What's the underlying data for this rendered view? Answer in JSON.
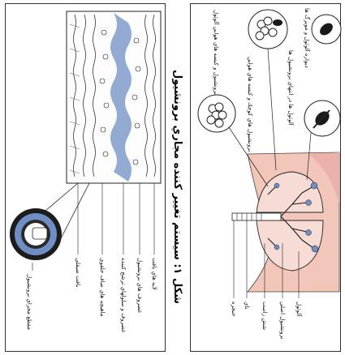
{
  "figure": {
    "title": "شكل ۱: سيستم تغيير كننده مجاري برونشيول",
    "colors": {
      "skin": "#f2c6b8",
      "lung": "#eab2a8",
      "tissue_blue": "#6f8fc4",
      "ink": "#1a1a1a",
      "border": "#333333"
    }
  },
  "left_panel": {
    "ring_label": "مقطع مجراي برونشيول",
    "callouts": [
      "بافت صيقلي",
      "ماهيچه هاي صاف حلقوي",
      "غضروف و سلولهاي ترشح كننده",
      "غضروف هاي برونشيول",
      "لايه هاي بافت"
    ]
  },
  "right_panel": {
    "callouts": [
      "حنجره",
      "ناي",
      "شش راست",
      "برونشيول اصلي",
      "آلوئول"
    ],
    "inset_notes": [
      "برونشيول و كيسه هاي هوايي آلوئول",
      "برونشيول هاي كوچك و كيسه هاي هوايي",
      "آلوئول ها در انتهاي برونشيول ها",
      "ديواره آلوئول و مويرگ ها"
    ]
  }
}
